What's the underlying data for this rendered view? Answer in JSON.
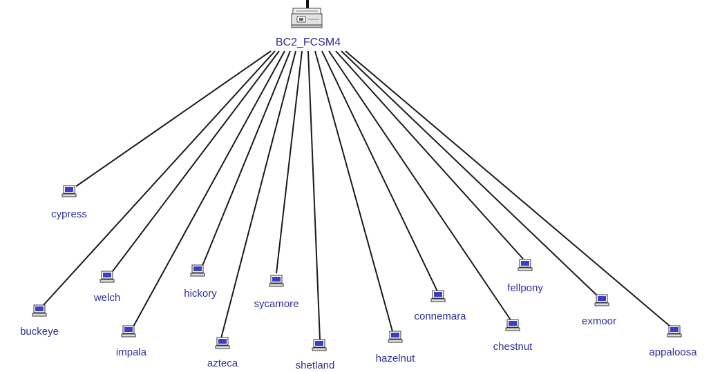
{
  "diagram": {
    "hub": {
      "label": "BC2_FCSM4",
      "icon": "network-switch-icon"
    },
    "nodes": [
      {
        "id": "cypress",
        "label": "cypress",
        "icon": "computer-icon"
      },
      {
        "id": "buckeye",
        "label": "buckeye",
        "icon": "computer-icon"
      },
      {
        "id": "welch",
        "label": "welch",
        "icon": "computer-icon"
      },
      {
        "id": "impala",
        "label": "impala",
        "icon": "computer-icon"
      },
      {
        "id": "hickory",
        "label": "hickory",
        "icon": "computer-icon"
      },
      {
        "id": "azteca",
        "label": "azteca",
        "icon": "computer-icon"
      },
      {
        "id": "sycamore",
        "label": "sycamore",
        "icon": "computer-icon"
      },
      {
        "id": "shetland",
        "label": "shetland",
        "icon": "computer-icon"
      },
      {
        "id": "hazelnut",
        "label": "hazelnut",
        "icon": "computer-icon"
      },
      {
        "id": "connemara",
        "label": "connemara",
        "icon": "computer-icon"
      },
      {
        "id": "chestnut",
        "label": "chestnut",
        "icon": "computer-icon"
      },
      {
        "id": "fellpony",
        "label": "fellpony",
        "icon": "computer-icon"
      },
      {
        "id": "exmoor",
        "label": "exmoor",
        "icon": "computer-icon"
      },
      {
        "id": "appaloosa",
        "label": "appaloosa",
        "icon": "computer-icon"
      }
    ],
    "colors": {
      "label": "#2f2f9a",
      "link": "#1a1a1a",
      "icon_screen": "#3d3dcc",
      "icon_frame": "#333333"
    }
  }
}
